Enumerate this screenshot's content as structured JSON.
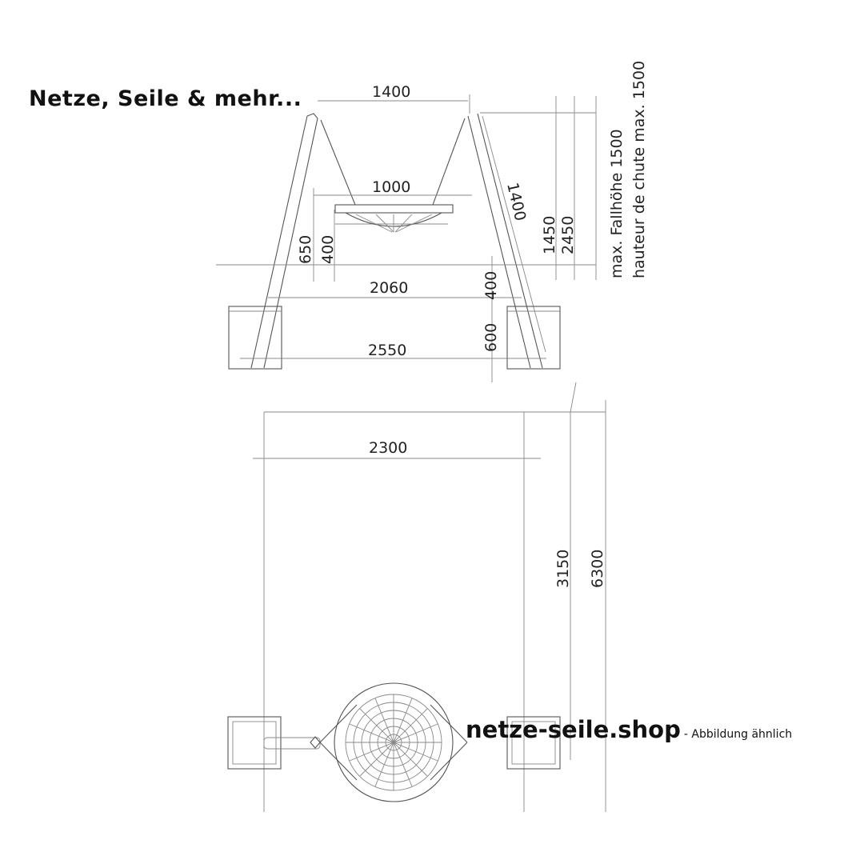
{
  "header": {
    "title": "Netze, Seile & mehr..."
  },
  "footer": {
    "url": "netze-seile.shop",
    "note": "- Abbildung ähnlich"
  },
  "dimensions": {
    "side_view": {
      "top_width": "1400",
      "seat_width": "1000",
      "chain_length": "1400",
      "seat_top_height": "650",
      "seat_bottom_height": "400",
      "inner_width": "2060",
      "outer_width": "2550",
      "ground_to_ref": "400",
      "foundation_depth": "600",
      "height_1": "1450",
      "height_2": "2450"
    },
    "plan_view": {
      "width": "2300",
      "half_length": "3150",
      "total_length": "6300"
    }
  },
  "labels": {
    "fall_height_de": "max. Fallhöhe 1500",
    "fall_height_fr": "hauteur de chute max. 1500"
  }
}
